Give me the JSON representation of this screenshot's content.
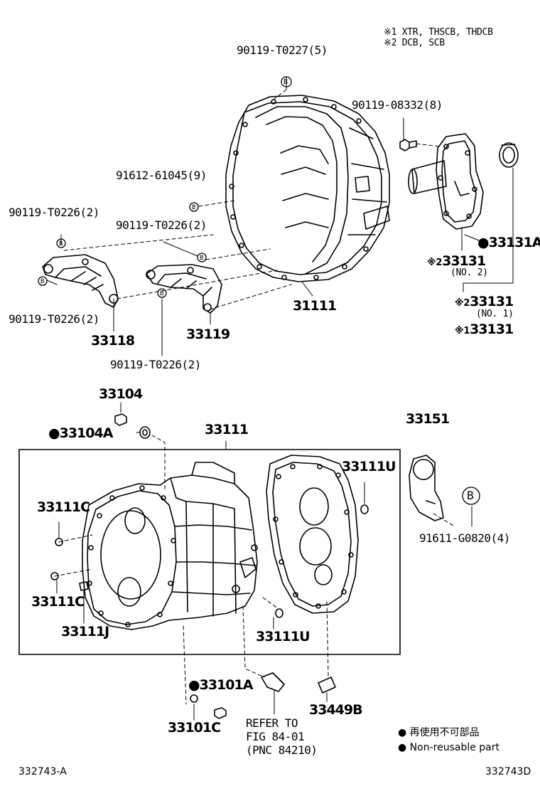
{
  "notes": {
    "note1": "※1 XTR, THSCB, THDCB",
    "note2": "※2 DCB, SCB"
  },
  "labels": {
    "bolt_top": "90119-T0227(5)",
    "bolt_right": "90119-08332(8)",
    "pin_left": "91612-61045(9)",
    "bolt_a1": "90119-T0226(2)",
    "bolt_a2": "90119-T0226(2)",
    "bolt_a3": "90119-T0226(2)",
    "bolt_a4": "90119-T0226(2)",
    "p33131A": "33131A",
    "p33131_no2": "33131",
    "no2": "(NO. 2)",
    "p33131_no1": "33131",
    "no1": "(NO. 1)",
    "p33131_x1": "33131",
    "mark1": "※1",
    "mark2": "※2",
    "p31111": "31111",
    "p33118": "33118",
    "p33119": "33119",
    "p33104": "33104",
    "p33104A": "33104A",
    "p33111": "33111",
    "p33151": "33151",
    "p33111U_top": "33111U",
    "p33111C_top": "33111C",
    "p33111C_bot": "33111C",
    "p33111J": "33111J",
    "p33111U_bot": "33111U",
    "pin_right": "91611-G0820(4)",
    "p33101A": "33101A",
    "p33101C": "33101C",
    "refer1": "REFER TO",
    "refer2": "FIG 84-01",
    "refer3": "(PNC 84210)",
    "p33449B": "33449B"
  },
  "legend": {
    "line1": "再使用不可部品",
    "line2": "Non-reusable part"
  },
  "footer": {
    "left": "332743-A",
    "right": "332743D"
  },
  "symbols": {
    "dot": "●",
    "b_marker": "B"
  }
}
